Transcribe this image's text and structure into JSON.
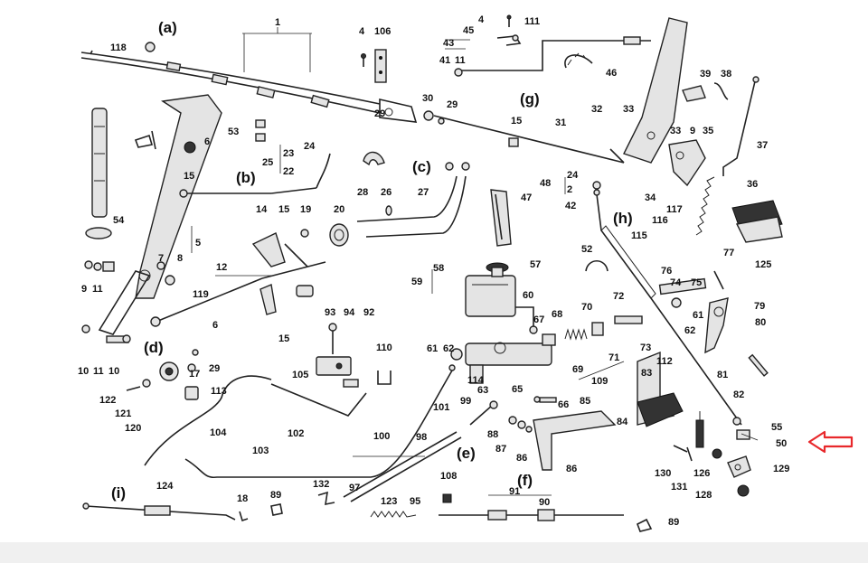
{
  "diagram": {
    "section_labels": {
      "a": "(a)",
      "b": "(b)",
      "c": "(c)",
      "d": "(d)",
      "e": "(e)",
      "f": "(f)",
      "g": "(g)",
      "h": "(h)",
      "i": "(i)"
    },
    "labels": {
      "l1": "1",
      "l4a": "4",
      "l106": "106",
      "l118": "118",
      "l4b": "4",
      "l111": "111",
      "l45": "45",
      "l43": "43",
      "l41": "41",
      "l11top": "11",
      "l46": "46",
      "l39": "39",
      "l38": "38",
      "l53": "53",
      "l6a": "6",
      "l29a": "29",
      "l30": "30",
      "l29b": "29",
      "l15a": "15",
      "l31": "31",
      "l32": "32",
      "l33a": "33",
      "l33b": "33",
      "l9a": "9",
      "l35": "35",
      "l37": "37",
      "l23": "23",
      "l24a": "24",
      "l25": "25",
      "l22": "22",
      "l15b": "15",
      "l28": "28",
      "l26": "26",
      "l27": "27",
      "l24b": "24",
      "l48": "48",
      "l47": "47",
      "l2": "2",
      "l42": "42",
      "l34": "34",
      "l36": "36",
      "l54": "54",
      "l14": "14",
      "l15c": "15",
      "l19": "19",
      "l20": "20",
      "l5": "5",
      "l115": "115",
      "l116": "116",
      "l117": "117",
      "l125": "125",
      "l7": "7",
      "l8": "8",
      "l9b": "9",
      "l11a": "11",
      "l12": "12",
      "l52": "52",
      "l58": "58",
      "l57": "57",
      "l77": "77",
      "l76": "76",
      "l74": "74",
      "l75": "75",
      "l59": "59",
      "l119": "119",
      "l60": "60",
      "l72": "72",
      "l79": "79",
      "l6b": "6",
      "l93": "93",
      "l94": "94",
      "l92": "92",
      "l15d": "15",
      "l61": "61",
      "l62a": "62",
      "l67": "67",
      "l68": "68",
      "l70": "70",
      "l61b": "61",
      "l80": "80",
      "l62b": "62",
      "l10a": "10",
      "l11b": "11",
      "l10b": "10",
      "l17": "17",
      "l29c": "29",
      "l110": "110",
      "l71": "71",
      "l73": "73",
      "l112": "112",
      "l81": "81",
      "l105": "105",
      "l69": "69",
      "l114": "114",
      "l63": "63",
      "l109": "109",
      "l122": "122",
      "l113": "113",
      "l65": "65",
      "l66": "66",
      "l83": "83",
      "l82": "82",
      "l121": "121",
      "l99": "99",
      "l85": "85",
      "l102": "102",
      "l101": "101",
      "l120": "120",
      "l104": "104",
      "l88": "88",
      "l84": "84",
      "l55": "55",
      "l98": "98",
      "l100": "100",
      "l87": "87",
      "l86a": "86",
      "l50": "50",
      "l103": "103",
      "l86b": "86",
      "l130": "130",
      "l126": "126",
      "l129": "129",
      "l108": "108",
      "l131": "131",
      "l128": "128",
      "l132": "132",
      "l97": "97",
      "l91": "91",
      "l90": "90",
      "l124": "124",
      "l18": "18",
      "l89a": "89",
      "l123": "123",
      "l95": "95",
      "l89b": "89"
    },
    "highlight_color": "#e8282b",
    "line_color": "#222222"
  }
}
